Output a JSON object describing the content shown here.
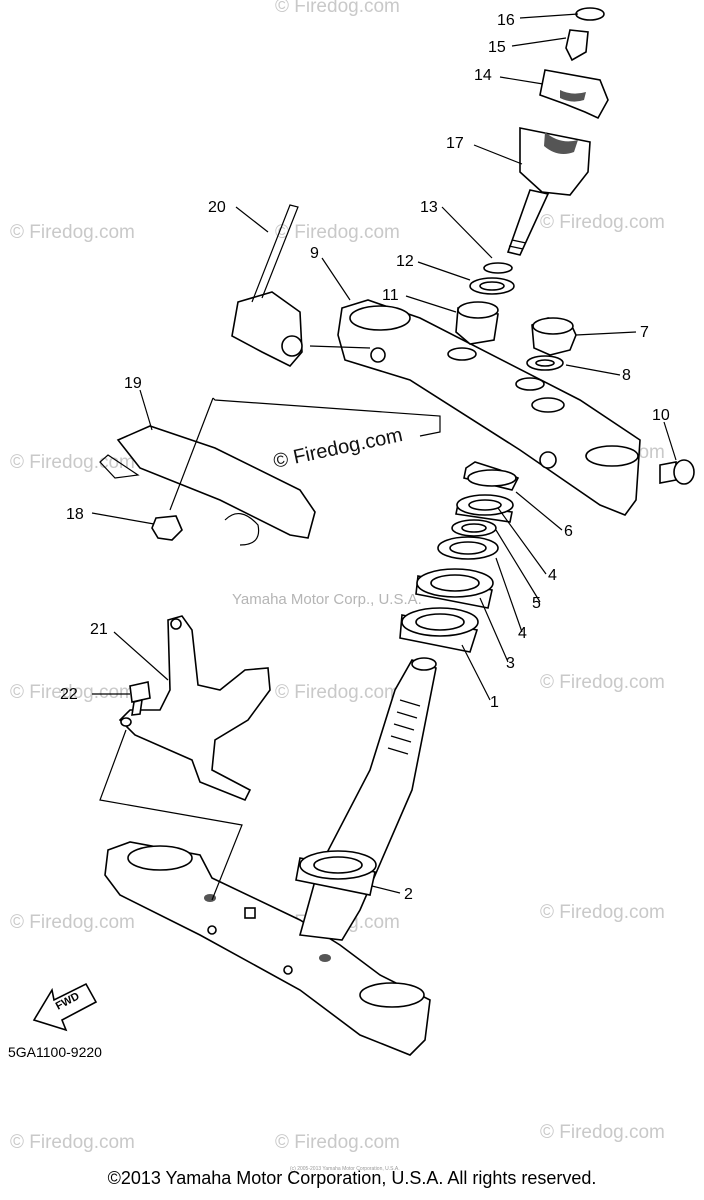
{
  "watermark": "© Firedog.com",
  "center_watermark": "Yamaha Motor Corp., U.S.A.",
  "diagram_code": "5GA1100-9220",
  "fwd_label": "FWD",
  "tiny_copyright": "(c) 2005-2013 Yamaha Motor Corporation, U.S.A.",
  "copyright": "©2013 Yamaha Motor Corporation, U.S.A. All rights reserved.",
  "callouts": [
    "16",
    "15",
    "14",
    "17",
    "13",
    "20",
    "9",
    "12",
    "11",
    "7",
    "8",
    "10",
    "19",
    "6",
    "18",
    "4",
    "5",
    "4",
    "3",
    "21",
    "1",
    "22",
    "2"
  ]
}
